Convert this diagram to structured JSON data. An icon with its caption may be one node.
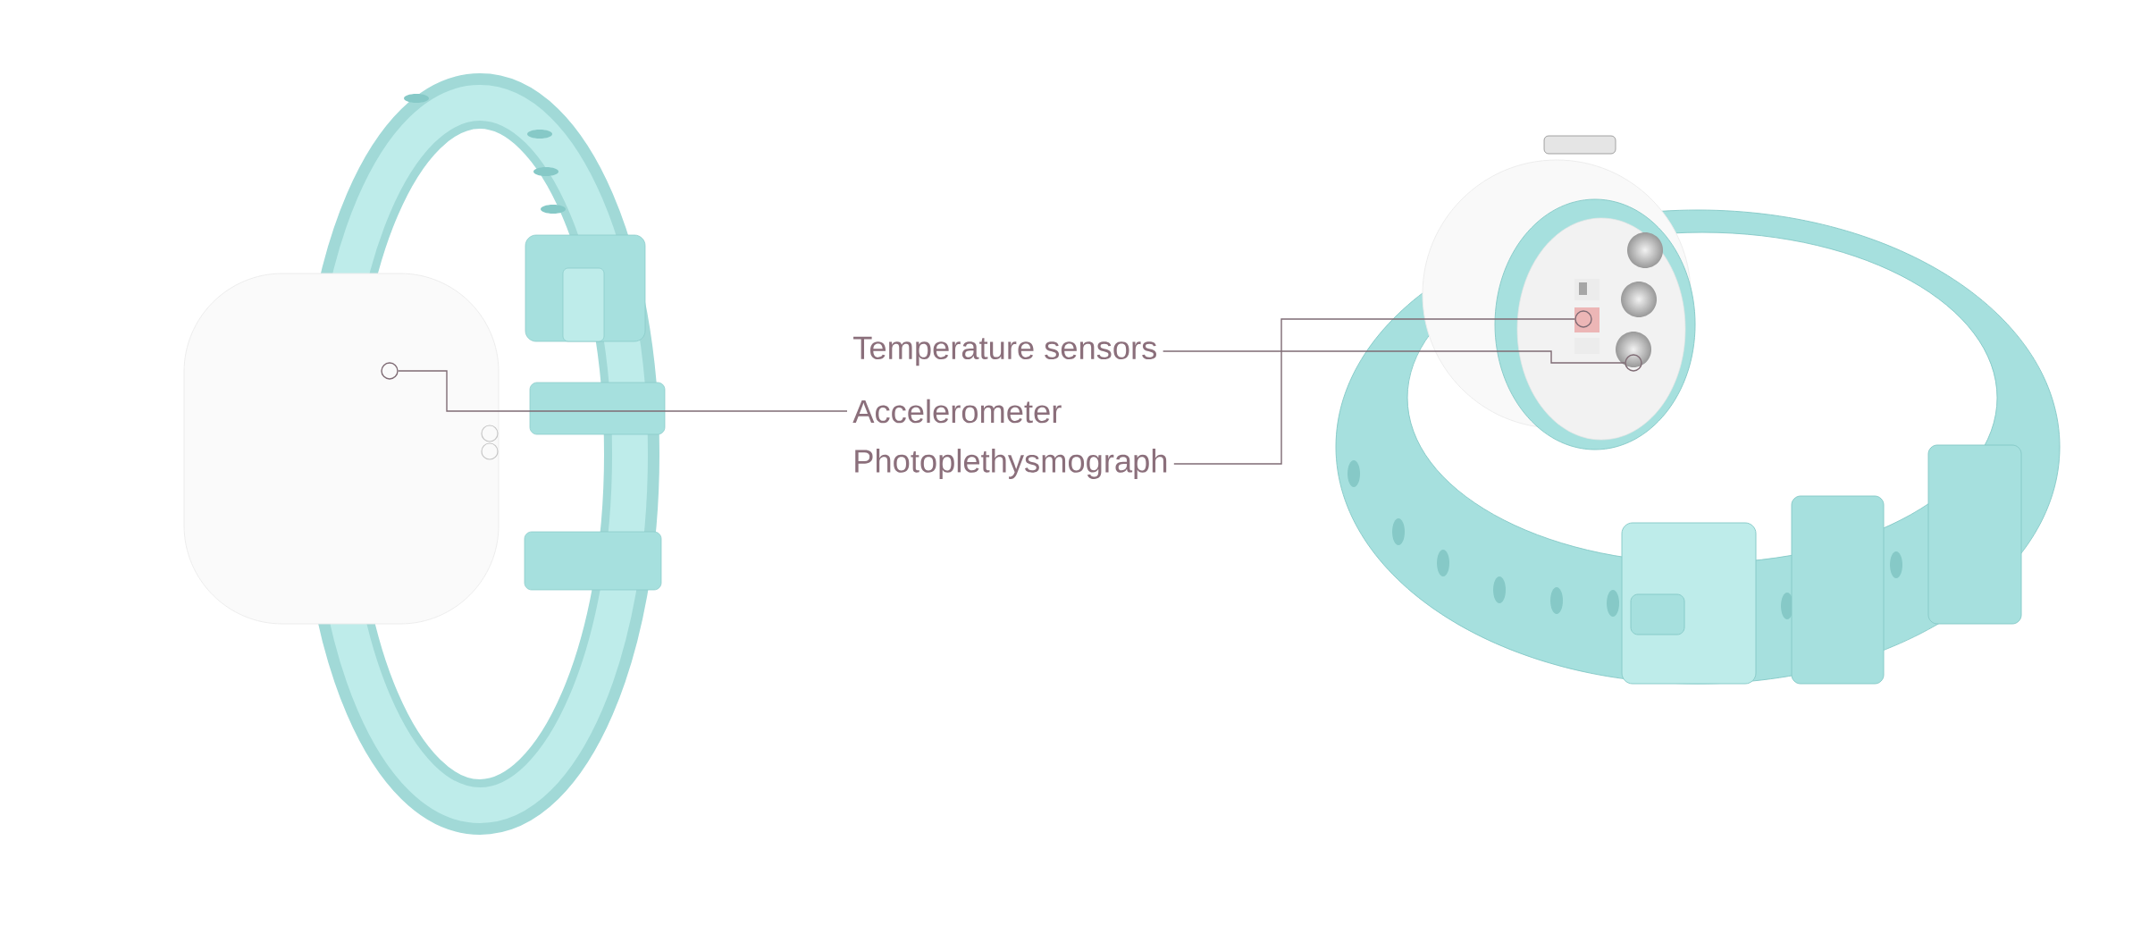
{
  "diagram": {
    "nodes": [
      {
        "text": [
          "Temperature sensors"
        ]
      },
      {
        "text": [
          "Accelerometer"
        ]
      },
      {
        "text": [
          "Photoplethysmograph"
        ]
      },
      {
        "text": [],
        "shape": "circle"
      },
      {
        "text": [],
        "shape": "circle"
      },
      {
        "text": [],
        "shape": "circle"
      }
    ],
    "edges": [
      {
        "from": 0,
        "to": 5,
        "arrow": "none"
      },
      {
        "from": 1,
        "to": 3,
        "arrow": "none"
      },
      {
        "from": 2,
        "to": 4,
        "arrow": "none"
      }
    ]
  }
}
